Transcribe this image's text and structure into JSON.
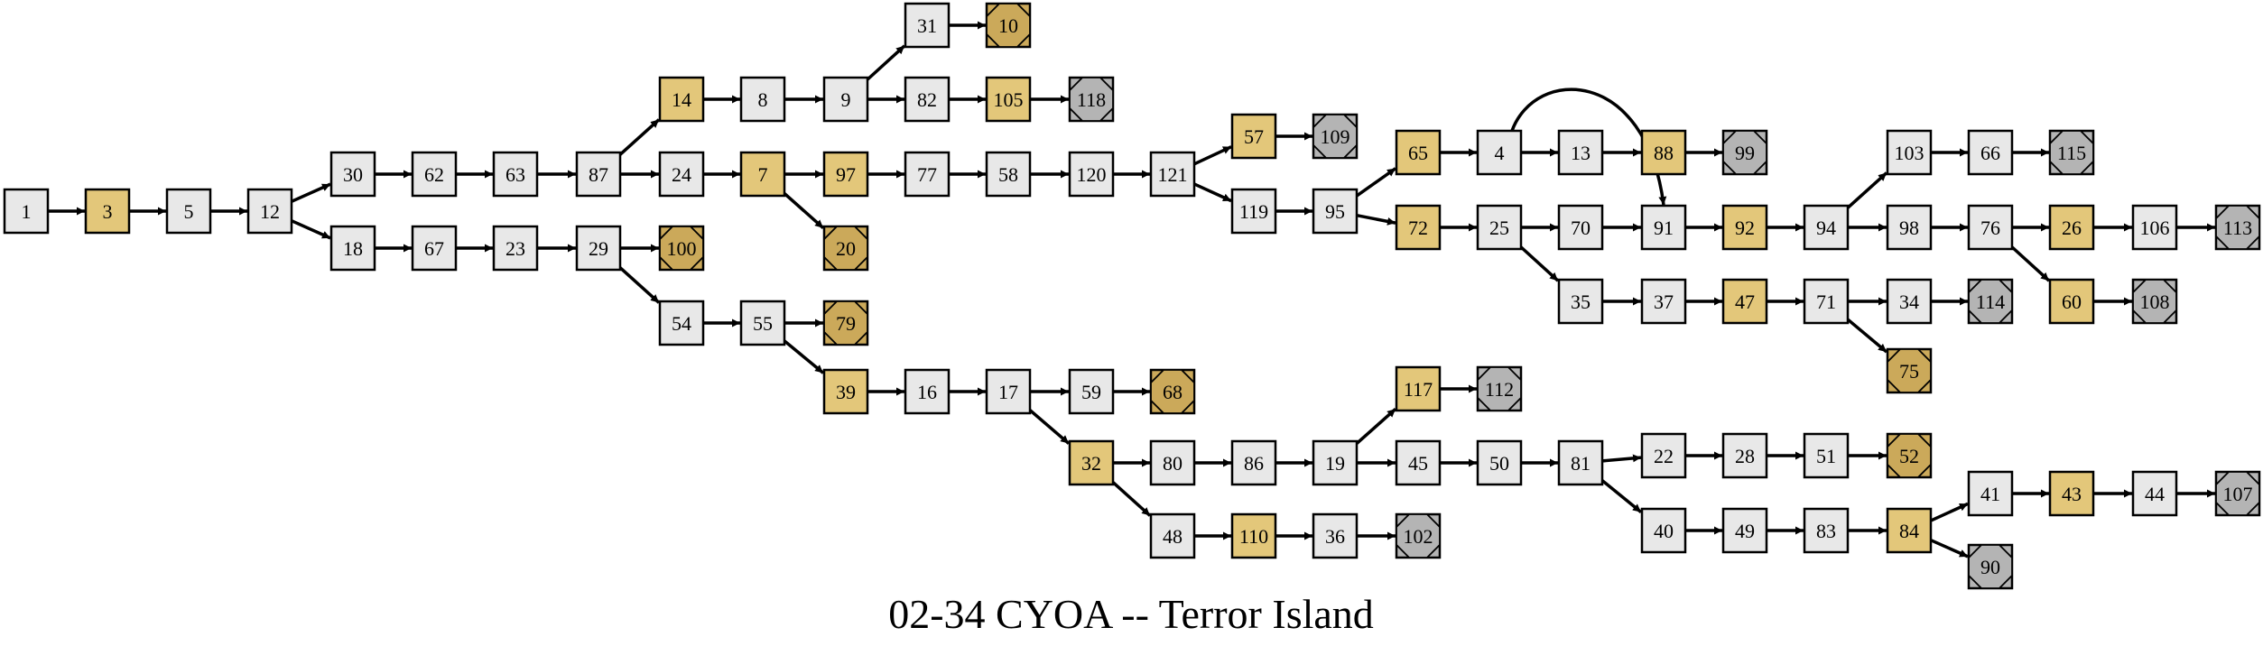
{
  "title": "02-34 CYOA -- Terror Island",
  "colors": {
    "normal_fill": "#e8e8e8",
    "choice_fill": "#e3c77a",
    "good_end_fill": "#cba95a",
    "bad_end_fill": "#b4b4b4",
    "stroke": "#000000"
  },
  "nodes": [
    {
      "id": "1",
      "kind": "normal"
    },
    {
      "id": "3",
      "kind": "choice"
    },
    {
      "id": "5",
      "kind": "normal"
    },
    {
      "id": "12",
      "kind": "normal"
    },
    {
      "id": "30",
      "kind": "normal"
    },
    {
      "id": "18",
      "kind": "normal"
    },
    {
      "id": "62",
      "kind": "normal"
    },
    {
      "id": "67",
      "kind": "normal"
    },
    {
      "id": "63",
      "kind": "normal"
    },
    {
      "id": "23",
      "kind": "normal"
    },
    {
      "id": "87",
      "kind": "normal"
    },
    {
      "id": "29",
      "kind": "normal"
    },
    {
      "id": "14",
      "kind": "choice"
    },
    {
      "id": "24",
      "kind": "normal"
    },
    {
      "id": "100",
      "kind": "good_end"
    },
    {
      "id": "54",
      "kind": "normal"
    },
    {
      "id": "8",
      "kind": "normal"
    },
    {
      "id": "7",
      "kind": "choice"
    },
    {
      "id": "55",
      "kind": "normal"
    },
    {
      "id": "9",
      "kind": "normal"
    },
    {
      "id": "97",
      "kind": "choice"
    },
    {
      "id": "20",
      "kind": "good_end"
    },
    {
      "id": "79",
      "kind": "good_end"
    },
    {
      "id": "39",
      "kind": "choice"
    },
    {
      "id": "31",
      "kind": "normal"
    },
    {
      "id": "82",
      "kind": "normal"
    },
    {
      "id": "77",
      "kind": "normal"
    },
    {
      "id": "16",
      "kind": "normal"
    },
    {
      "id": "10",
      "kind": "good_end"
    },
    {
      "id": "105",
      "kind": "choice"
    },
    {
      "id": "58",
      "kind": "normal"
    },
    {
      "id": "17",
      "kind": "normal"
    },
    {
      "id": "118",
      "kind": "bad_end"
    },
    {
      "id": "120",
      "kind": "normal"
    },
    {
      "id": "59",
      "kind": "normal"
    },
    {
      "id": "32",
      "kind": "choice"
    },
    {
      "id": "121",
      "kind": "normal"
    },
    {
      "id": "68",
      "kind": "good_end"
    },
    {
      "id": "80",
      "kind": "normal"
    },
    {
      "id": "48",
      "kind": "normal"
    },
    {
      "id": "57",
      "kind": "choice"
    },
    {
      "id": "119",
      "kind": "normal"
    },
    {
      "id": "86",
      "kind": "normal"
    },
    {
      "id": "110",
      "kind": "choice"
    },
    {
      "id": "109",
      "kind": "bad_end"
    },
    {
      "id": "95",
      "kind": "normal"
    },
    {
      "id": "19",
      "kind": "normal"
    },
    {
      "id": "36",
      "kind": "normal"
    },
    {
      "id": "65",
      "kind": "choice"
    },
    {
      "id": "72",
      "kind": "choice"
    },
    {
      "id": "117",
      "kind": "choice"
    },
    {
      "id": "45",
      "kind": "normal"
    },
    {
      "id": "102",
      "kind": "bad_end"
    },
    {
      "id": "4",
      "kind": "normal"
    },
    {
      "id": "25",
      "kind": "normal"
    },
    {
      "id": "112",
      "kind": "bad_end"
    },
    {
      "id": "50",
      "kind": "normal"
    },
    {
      "id": "13",
      "kind": "normal"
    },
    {
      "id": "70",
      "kind": "normal"
    },
    {
      "id": "35",
      "kind": "normal"
    },
    {
      "id": "81",
      "kind": "normal"
    },
    {
      "id": "88",
      "kind": "choice"
    },
    {
      "id": "91",
      "kind": "normal"
    },
    {
      "id": "37",
      "kind": "normal"
    },
    {
      "id": "22",
      "kind": "normal"
    },
    {
      "id": "40",
      "kind": "normal"
    },
    {
      "id": "99",
      "kind": "bad_end"
    },
    {
      "id": "92",
      "kind": "choice"
    },
    {
      "id": "47",
      "kind": "choice"
    },
    {
      "id": "28",
      "kind": "normal"
    },
    {
      "id": "49",
      "kind": "normal"
    },
    {
      "id": "94",
      "kind": "normal"
    },
    {
      "id": "71",
      "kind": "normal"
    },
    {
      "id": "51",
      "kind": "normal"
    },
    {
      "id": "83",
      "kind": "normal"
    },
    {
      "id": "103",
      "kind": "normal"
    },
    {
      "id": "98",
      "kind": "normal"
    },
    {
      "id": "34",
      "kind": "normal"
    },
    {
      "id": "75",
      "kind": "good_end"
    },
    {
      "id": "52",
      "kind": "good_end"
    },
    {
      "id": "84",
      "kind": "choice"
    },
    {
      "id": "66",
      "kind": "normal"
    },
    {
      "id": "76",
      "kind": "normal"
    },
    {
      "id": "114",
      "kind": "bad_end"
    },
    {
      "id": "41",
      "kind": "normal"
    },
    {
      "id": "90",
      "kind": "bad_end"
    },
    {
      "id": "115",
      "kind": "bad_end"
    },
    {
      "id": "26",
      "kind": "choice"
    },
    {
      "id": "60",
      "kind": "choice"
    },
    {
      "id": "43",
      "kind": "choice"
    },
    {
      "id": "106",
      "kind": "normal"
    },
    {
      "id": "108",
      "kind": "bad_end"
    },
    {
      "id": "44",
      "kind": "normal"
    },
    {
      "id": "113",
      "kind": "bad_end"
    },
    {
      "id": "107",
      "kind": "bad_end"
    }
  ],
  "edges": [
    [
      "1",
      "3"
    ],
    [
      "3",
      "5"
    ],
    [
      "5",
      "12"
    ],
    [
      "12",
      "30"
    ],
    [
      "12",
      "18"
    ],
    [
      "30",
      "62"
    ],
    [
      "62",
      "63"
    ],
    [
      "63",
      "87"
    ],
    [
      "87",
      "14"
    ],
    [
      "87",
      "24"
    ],
    [
      "18",
      "67"
    ],
    [
      "67",
      "23"
    ],
    [
      "23",
      "29"
    ],
    [
      "29",
      "100"
    ],
    [
      "29",
      "54"
    ],
    [
      "14",
      "8"
    ],
    [
      "8",
      "9"
    ],
    [
      "9",
      "31"
    ],
    [
      "9",
      "82"
    ],
    [
      "31",
      "10"
    ],
    [
      "82",
      "105"
    ],
    [
      "105",
      "118"
    ],
    [
      "24",
      "7"
    ],
    [
      "7",
      "97"
    ],
    [
      "7",
      "20"
    ],
    [
      "97",
      "77"
    ],
    [
      "77",
      "58"
    ],
    [
      "58",
      "120"
    ],
    [
      "120",
      "121"
    ],
    [
      "121",
      "57"
    ],
    [
      "121",
      "119"
    ],
    [
      "57",
      "109"
    ],
    [
      "119",
      "95"
    ],
    [
      "95",
      "65"
    ],
    [
      "95",
      "72"
    ],
    [
      "65",
      "4"
    ],
    [
      "4",
      "13"
    ],
    [
      "4",
      "91"
    ],
    [
      "13",
      "88"
    ],
    [
      "88",
      "99"
    ],
    [
      "72",
      "25"
    ],
    [
      "25",
      "70"
    ],
    [
      "25",
      "35"
    ],
    [
      "70",
      "91"
    ],
    [
      "91",
      "92"
    ],
    [
      "92",
      "94"
    ],
    [
      "94",
      "103"
    ],
    [
      "94",
      "98"
    ],
    [
      "103",
      "66"
    ],
    [
      "66",
      "115"
    ],
    [
      "98",
      "76"
    ],
    [
      "76",
      "26"
    ],
    [
      "76",
      "60"
    ],
    [
      "26",
      "106"
    ],
    [
      "106",
      "113"
    ],
    [
      "60",
      "108"
    ],
    [
      "35",
      "37"
    ],
    [
      "37",
      "47"
    ],
    [
      "47",
      "71"
    ],
    [
      "71",
      "34"
    ],
    [
      "71",
      "75"
    ],
    [
      "34",
      "114"
    ],
    [
      "54",
      "55"
    ],
    [
      "55",
      "79"
    ],
    [
      "55",
      "39"
    ],
    [
      "39",
      "16"
    ],
    [
      "16",
      "17"
    ],
    [
      "17",
      "59"
    ],
    [
      "17",
      "32"
    ],
    [
      "59",
      "68"
    ],
    [
      "32",
      "80"
    ],
    [
      "32",
      "48"
    ],
    [
      "80",
      "86"
    ],
    [
      "86",
      "19"
    ],
    [
      "19",
      "117"
    ],
    [
      "19",
      "45"
    ],
    [
      "117",
      "112"
    ],
    [
      "45",
      "50"
    ],
    [
      "50",
      "81"
    ],
    [
      "81",
      "22"
    ],
    [
      "81",
      "40"
    ],
    [
      "22",
      "28"
    ],
    [
      "28",
      "51"
    ],
    [
      "51",
      "52"
    ],
    [
      "40",
      "49"
    ],
    [
      "49",
      "83"
    ],
    [
      "83",
      "84"
    ],
    [
      "84",
      "41"
    ],
    [
      "84",
      "90"
    ],
    [
      "41",
      "43"
    ],
    [
      "43",
      "44"
    ],
    [
      "44",
      "107"
    ],
    [
      "48",
      "110"
    ],
    [
      "110",
      "36"
    ],
    [
      "36",
      "102"
    ]
  ]
}
